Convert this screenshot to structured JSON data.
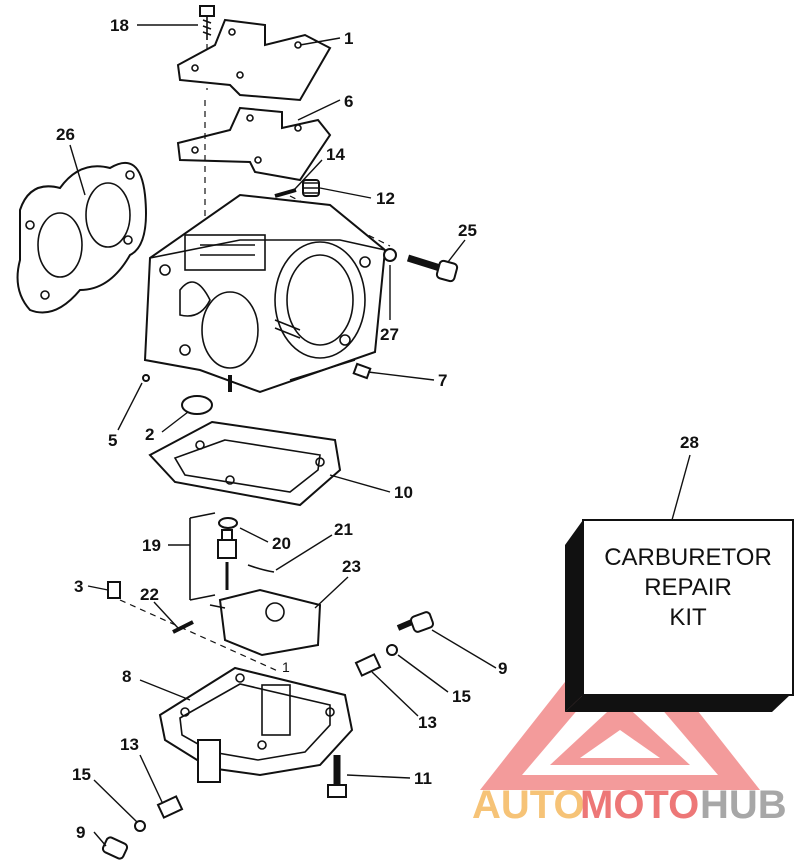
{
  "callouts": [
    "18",
    "1",
    "6",
    "14",
    "12",
    "26",
    "25",
    "27",
    "7",
    "5",
    "2",
    "10",
    "28",
    "19",
    "20",
    "21",
    "23",
    "3",
    "22",
    "9",
    "8",
    "15",
    "13",
    "11",
    "13",
    "15",
    "9"
  ],
  "kit_box": {
    "line1": "CARBURETOR",
    "line2": "REPAIR",
    "line3": "KIT"
  },
  "watermark": {
    "part1": "AUTO",
    "part2": "MOTO",
    "part3": "HUB"
  },
  "colors": {
    "watermark_red": "#e84a4a",
    "watermark_orange": "#f3b04a",
    "watermark_gray": "#8a8a8a",
    "ink": "#111111"
  },
  "hidden_mark": "1"
}
